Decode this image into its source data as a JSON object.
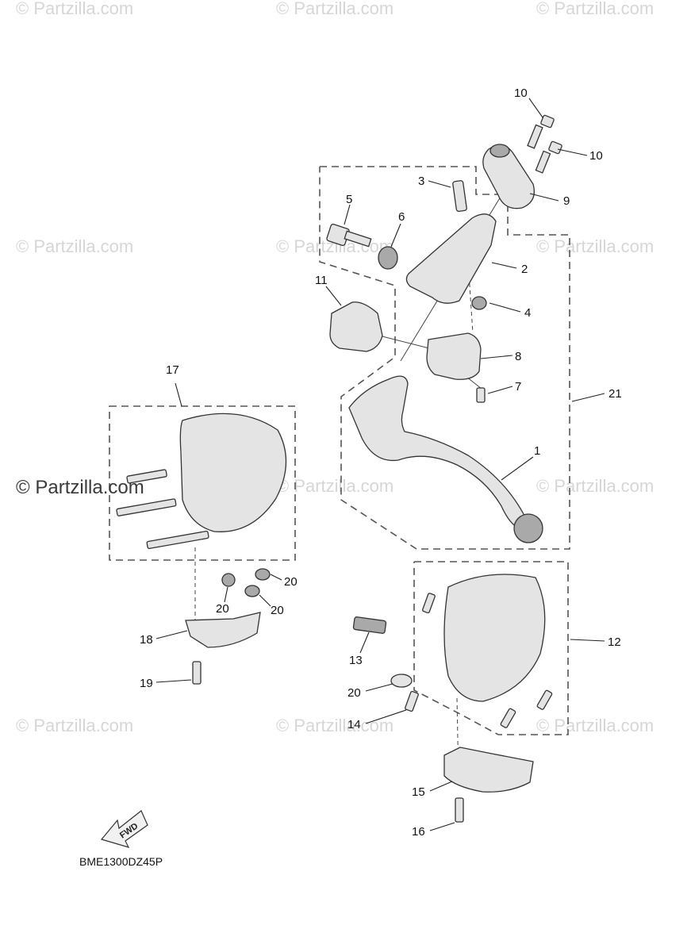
{
  "watermark": {
    "text": "© Partzilla.com",
    "featured_text": "© Partzilla.com"
  },
  "callouts": {
    "c1": "1",
    "c2": "2",
    "c3": "3",
    "c4": "4",
    "c5": "5",
    "c6": "6",
    "c7": "7",
    "c8": "8",
    "c9": "9",
    "c10a": "10",
    "c10b": "10",
    "c11": "11",
    "c12": "12",
    "c13": "13",
    "c14": "14",
    "c15": "15",
    "c16": "16",
    "c17": "17",
    "c18": "18",
    "c19": "19",
    "c20a": "20",
    "c20b": "20",
    "c20c": "20",
    "c20d": "20",
    "c21": "21"
  },
  "diagram_code": "BME1300DZ45P",
  "fwd_label": "FWD",
  "colors": {
    "part_fill": "#e4e4e4",
    "part_dark": "#a9a9a9",
    "line": "#333333",
    "watermark": "#d6d6d6"
  }
}
